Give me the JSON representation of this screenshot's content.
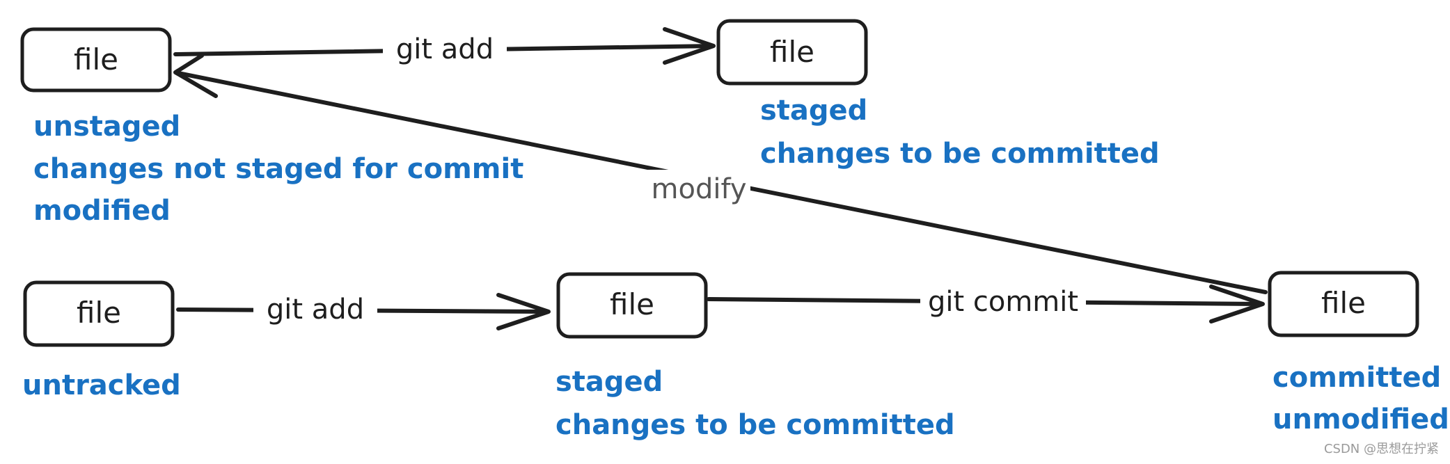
{
  "nodes": {
    "unstaged_file": "file",
    "staged_top_file": "file",
    "untracked_file": "file",
    "staged_bottom_file": "file",
    "committed_file": "file"
  },
  "edges": {
    "git_add_top": "git add",
    "modify": "modify",
    "git_add_bottom": "git add",
    "git_commit": "git commit"
  },
  "states": {
    "unstaged": [
      "unstaged",
      "changes not staged for commit",
      "modified"
    ],
    "staged_top": [
      "staged",
      "changes to be committed"
    ],
    "untracked": [
      "untracked"
    ],
    "staged_bottom": [
      "staged",
      "changes to be committed"
    ],
    "committed": [
      "committed",
      "unmodified"
    ]
  },
  "watermark": "CSDN @思想在拧紧",
  "colors": {
    "ink": "#1e1e1e",
    "state_text": "#1971c2",
    "edge_label_modify": "#555555",
    "watermark": "#9a9a9a"
  }
}
